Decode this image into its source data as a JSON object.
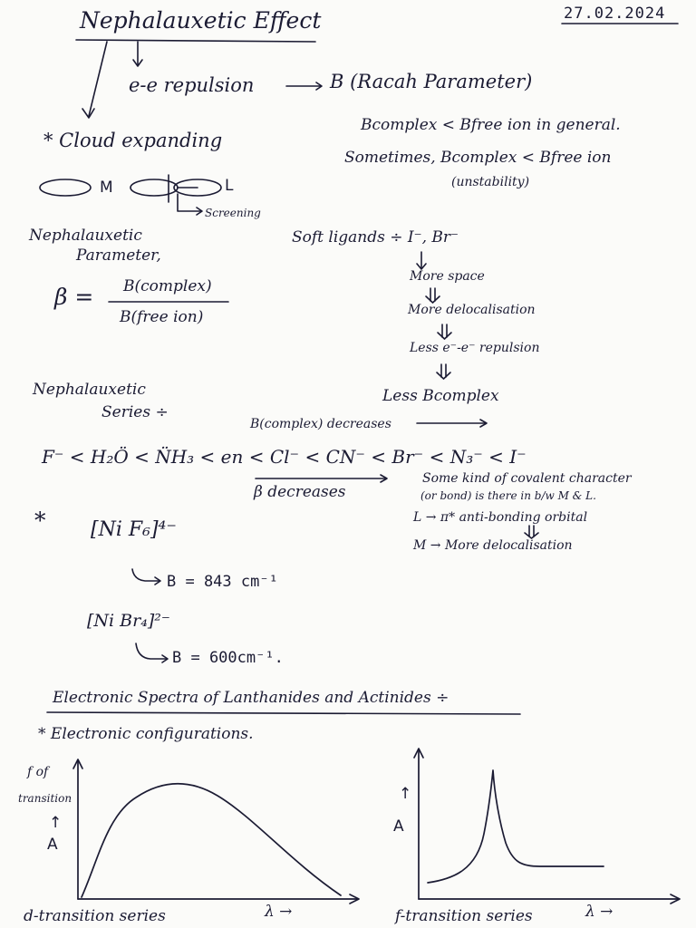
{
  "header": {
    "title": "Nephalauxetic Effect",
    "date": "27.02.2024"
  },
  "intro": {
    "repulsion": "e-e repulsion",
    "racah": "B (Racah Parameter)",
    "cloud": "* Cloud expanding",
    "m": "M",
    "l": "L",
    "screening": "Screening"
  },
  "general": {
    "line1": "Bcomplex < Bfree ion in general.",
    "line2": "Sometimes, Bcomplex < Bfree ion",
    "line3": "(unstability)"
  },
  "parameter": {
    "label1": "Nephalauxetic",
    "label2": "Parameter,",
    "beta": "β =",
    "numerator": "B(complex)",
    "denominator": "B(free ion)"
  },
  "soft": {
    "ligands": "Soft ligands ÷ I⁻, Br⁻",
    "step1": "More space",
    "step2": "More delocalisation",
    "step3": "Less e⁻-e⁻ repulsion",
    "step4": "Less Bcomplex"
  },
  "series": {
    "label1": "Nephalauxetic",
    "label2": "Series ÷",
    "b_decreases": "B(complex) decreases",
    "sequence": "F⁻ < H₂Ö < N̈H₃ < en < Cl⁻ < CN⁻ < Br⁻ < N₃⁻ < I⁻",
    "beta_decreases": "β decreases"
  },
  "covalent": {
    "line1": "Some kind of covalent character",
    "line2": "(or bond) is there in b/w M & L.",
    "line3": "L → π* anti-bonding orbital",
    "line4": "M → More delocalisation"
  },
  "examples": {
    "star": "*",
    "ex1_formula": "[Ni F₆]⁴⁻",
    "ex1_value": "B = 843 cm⁻¹",
    "ex2_formula": "[Ni Br₄]²⁻",
    "ex2_value": "B = 600cm⁻¹."
  },
  "spectra": {
    "heading": "Electronic Spectra of Lanthanides and Actinides ÷",
    "config": "* Electronic configurations.",
    "graph1": {
      "ylabel1": "f of",
      "ylabel2": "transition",
      "arrowA": "A",
      "xlabel": "λ →",
      "caption": "d-transition series"
    },
    "graph2": {
      "arrowA": "A",
      "xlabel": "λ →",
      "caption": "f-transition series"
    }
  }
}
